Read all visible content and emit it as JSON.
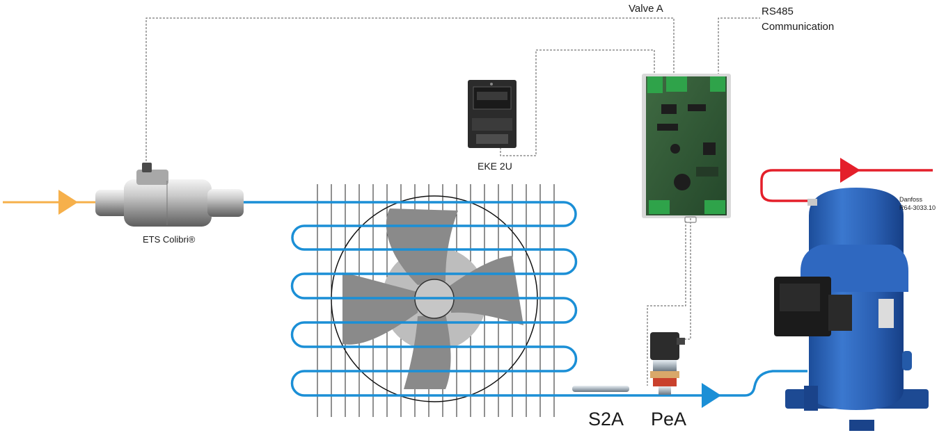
{
  "labels": {
    "valve_a": "Valve A",
    "rs485_line1": "RS485",
    "rs485_line2": "Communication",
    "eke": "EKE 2U",
    "ets": "ETS Colibri®",
    "danfoss_line1": "Danfoss",
    "danfoss_line2": "R64-3033.10",
    "s2a": "S2A",
    "pea": "PeA"
  },
  "colors": {
    "pipe_blue": "#1b8fd6",
    "hot_red": "#e41f2a",
    "inlet_orange": "#f6b04b",
    "fan_gray": "#8a8a8a",
    "board_green": "#2f5a32",
    "compressor_blue": "#2b63b8",
    "dashed_line": "#555555"
  },
  "icons": {
    "valve": "ets-colibri-valve-icon",
    "controller": "eke-2u-module-icon",
    "board": "controller-board-icon",
    "fan": "condenser-fan-icon",
    "sensor_temp": "s2a-temperature-sensor-icon",
    "sensor_pressure": "pea-pressure-transmitter-icon",
    "compressor": "scroll-compressor-icon"
  }
}
